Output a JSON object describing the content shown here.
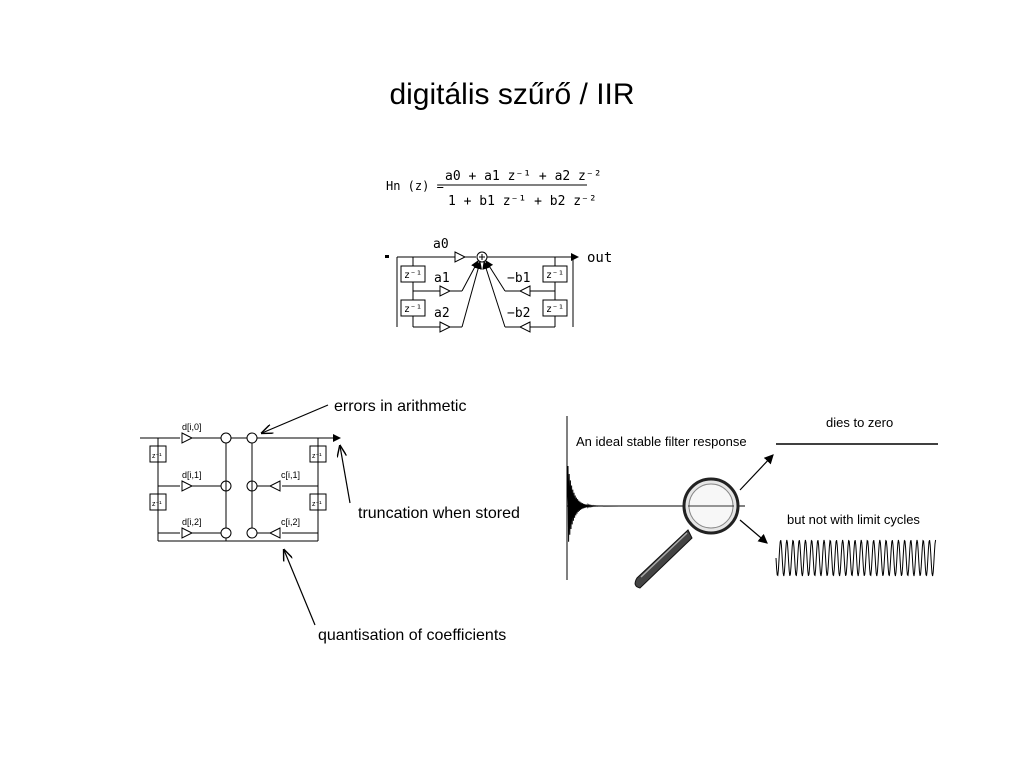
{
  "slide": {
    "title": "digitális szűrő / IIR"
  },
  "formula": {
    "lhs": "Hn (z) =",
    "numerator": "a0  +  a1 z⁻¹  +  a2 z⁻²",
    "denominator": "1  +  b1 z⁻¹  +  b2 z⁻²"
  },
  "iir_diagram": {
    "coef_a0": "a0",
    "coef_a1": "a1",
    "coef_a2": "a2",
    "coef_b1": "−b1",
    "coef_b2": "−b2",
    "delay": "z⁻¹",
    "output": "out",
    "adder": "⊕"
  },
  "lattice_diagram": {
    "ff_coefs": [
      "d[i,0]",
      "d[i,1]",
      "d[i,2]"
    ],
    "fb_coefs": [
      "c[i,1]",
      "c[i,2]"
    ],
    "delay": "z⁻¹",
    "annotations": {
      "arithmetic": "errors in arithmetic",
      "truncation": "truncation when stored",
      "quantisation": "quantisation of coefficients"
    }
  },
  "response_illustration": {
    "ideal_label": "An ideal stable filter response",
    "dies_label": "dies to zero",
    "limit_label": "but not with limit cycles"
  }
}
